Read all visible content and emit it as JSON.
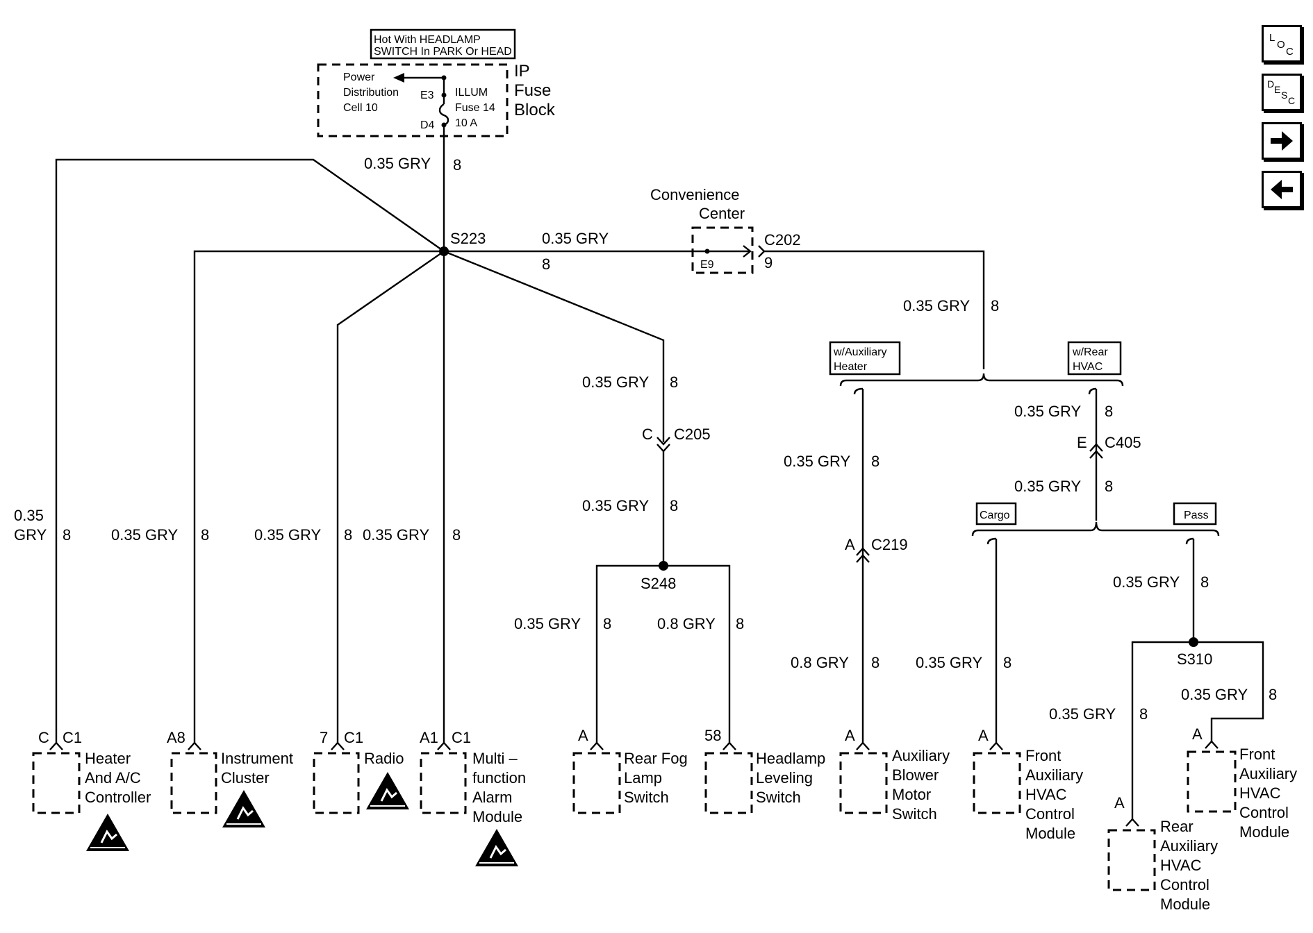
{
  "fuse_block": {
    "hot_note_line1": "Hot With HEADLAMP",
    "hot_note_line2": "SWITCH In PARK Or HEAD",
    "title_line1": "IP",
    "title_line2": "Fuse",
    "title_line3": "Block",
    "pdc_line1": "Power",
    "pdc_line2": "Distribution",
    "pdc_line3": "Cell 10",
    "pin_e3": "E3",
    "pin_d4": "D4",
    "fuse_line1": "ILLUM",
    "fuse_line2": "Fuse 14",
    "fuse_line3": "10 A"
  },
  "wires": {
    "main_feed": "0.35 GRY",
    "main_feed_ckt": "8",
    "to_c202": "0.35 GRY",
    "to_c202_ckt": "8",
    "c202_out": "0.35 GRY",
    "c202_out_ckt": "8",
    "heater_line1": "0.35",
    "heater_line2": "GRY",
    "heater_ckt": "8",
    "cluster": "0.35 GRY",
    "cluster_ckt": "8",
    "radio": "0.35 GRY",
    "radio_ckt": "8",
    "alarm": "0.35 GRY",
    "alarm_ckt": "8",
    "to_c205": "0.35 GRY",
    "to_c205_ckt": "8",
    "c205_to_s248": "0.35 GRY",
    "c205_to_s248_ckt": "8",
    "fog": "0.35 GRY",
    "fog_ckt": "8",
    "leveling": "0.8 GRY",
    "leveling_ckt": "8",
    "aux_upper": "0.35 GRY",
    "aux_upper_ckt": "8",
    "aux_lower": "0.8 GRY",
    "aux_lower_ckt": "8",
    "rear_upper": "0.35 GRY",
    "rear_upper_ckt": "8",
    "rear_lower": "0.35 GRY",
    "rear_lower_ckt": "8",
    "cargo": "0.35 GRY",
    "cargo_ckt": "8",
    "pass": "0.35 GRY",
    "pass_ckt": "8",
    "s310_left": "0.35 GRY",
    "s310_left_ckt": "8",
    "s310_right": "0.35 GRY",
    "s310_right_ckt": "8"
  },
  "splices": {
    "s223": "S223",
    "s248": "S248",
    "s310": "S310"
  },
  "connectors": {
    "convenience_line1": "Convenience",
    "convenience_line2": "Center",
    "c202": "C202",
    "c202_pin": "9",
    "c202_e9": "E9",
    "c205": "C205",
    "c205_pin": "C",
    "c219": "C219",
    "c219_pin": "A",
    "c405": "C405",
    "c405_pin": "E"
  },
  "options": {
    "aux_heater_line1": "w/Auxiliary",
    "aux_heater_line2": "Heater",
    "rear_hvac_line1": "w/Rear",
    "rear_hvac_line2": "HVAC",
    "cargo": "Cargo",
    "pass": "Pass"
  },
  "components": {
    "heater": {
      "pin": "C",
      "conn": "C1",
      "lines": [
        "Heater",
        "And A/C",
        "Controller"
      ]
    },
    "cluster": {
      "pin": "A8",
      "conn": "",
      "lines": [
        "Instrument",
        "Cluster"
      ]
    },
    "radio": {
      "pin": "7",
      "conn": "C1",
      "lines": [
        "Radio"
      ]
    },
    "alarm": {
      "pin": "A1",
      "conn": "C1",
      "lines": [
        "Multi –",
        "function",
        "Alarm",
        "Module"
      ]
    },
    "fog": {
      "pin": "A",
      "lines": [
        "Rear Fog",
        "Lamp",
        "Switch"
      ]
    },
    "leveling": {
      "pin": "58",
      "lines": [
        "Headlamp",
        "Leveling",
        "Switch"
      ]
    },
    "blower": {
      "pin": "A",
      "lines": [
        "Auxiliary",
        "Blower",
        "Motor",
        "Switch"
      ]
    },
    "front_aux_cargo": {
      "pin": "A",
      "lines": [
        "Front",
        "Auxiliary",
        "HVAC",
        "Control",
        "Module"
      ]
    },
    "front_aux_pass": {
      "pin": "A",
      "lines": [
        "Front",
        "Auxiliary",
        "HVAC",
        "Control",
        "Module"
      ]
    },
    "rear_aux": {
      "pin": "A",
      "lines": [
        "Rear",
        "Auxiliary",
        "HVAC",
        "Control",
        "Module"
      ]
    }
  },
  "nav": {
    "loc": [
      "L",
      "O",
      "C"
    ],
    "desc": [
      "D",
      "E",
      "S",
      "C"
    ],
    "next_icon": "arrow-right-icon",
    "prev_icon": "arrow-left-icon"
  }
}
